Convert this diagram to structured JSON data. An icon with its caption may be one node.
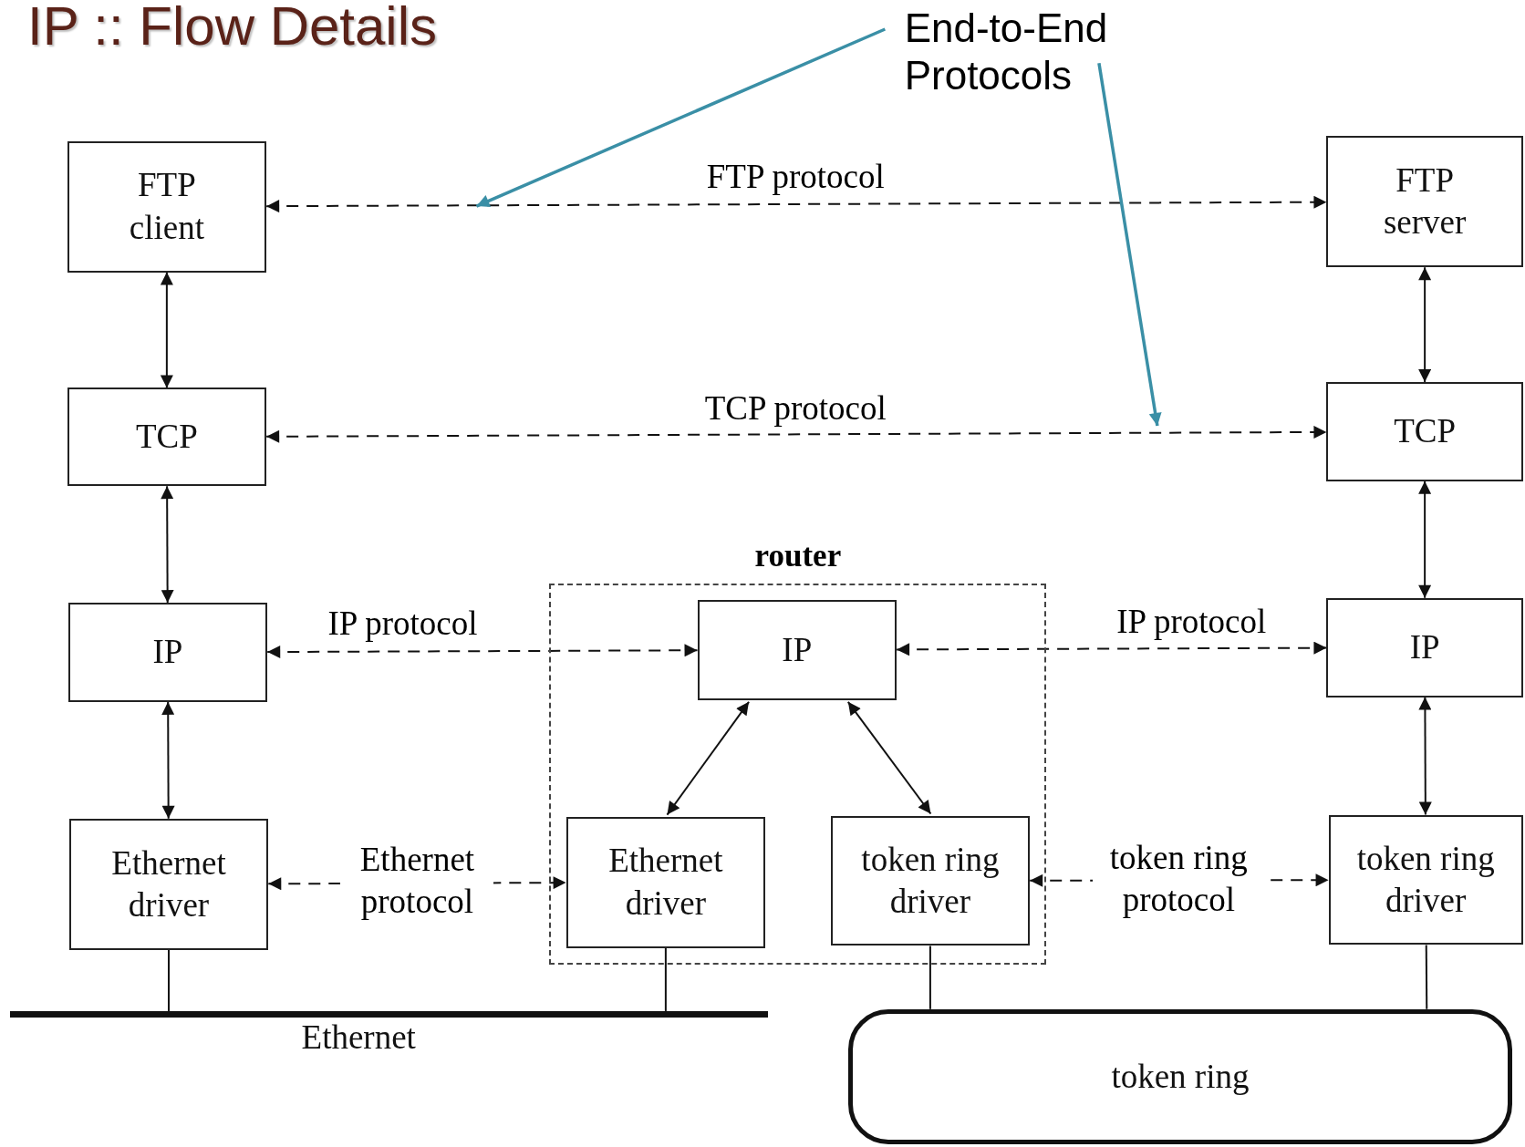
{
  "diagram": {
    "title": "IP :: Flow Details",
    "nodes": [
      {
        "text": [
          "FTP client"
        ]
      },
      {
        "text": [
          "FTP server"
        ]
      },
      {
        "text": [
          "TCP"
        ]
      },
      {
        "text": [
          "TCP"
        ]
      },
      {
        "text": [
          "router"
        ]
      },
      {
        "text": [
          "IP"
        ]
      },
      {
        "text": [
          "IP"
        ],
        "in": 4
      },
      {
        "text": [
          "IP"
        ]
      },
      {
        "text": [
          "Ethernet driver"
        ]
      },
      {
        "text": [
          "Ethernet driver"
        ],
        "in": 4
      },
      {
        "text": [
          "token ring driver"
        ],
        "in": 4
      },
      {
        "text": [
          "token ring driver"
        ]
      },
      {
        "text": [
          "Ethernet"
        ]
      },
      {
        "text": [
          "token ring"
        ]
      },
      {
        "text": [
          "End-to-End Protocols"
        ]
      }
    ],
    "edges": [
      {
        "from": 0,
        "to": 1,
        "arrow": "both",
        "style": "dashed",
        "label": "FTP protocol"
      },
      {
        "from": 2,
        "to": 3,
        "arrow": "both",
        "style": "dashed",
        "label": "TCP protocol"
      },
      {
        "from": 5,
        "to": 6,
        "arrow": "both",
        "style": "dashed",
        "label": "IP protocol"
      },
      {
        "from": 6,
        "to": 7,
        "arrow": "both",
        "style": "dashed",
        "label": "IP protocol"
      },
      {
        "from": 8,
        "to": 9,
        "arrow": "both",
        "style": "dashed",
        "label": "Ethernet protocol"
      },
      {
        "from": 10,
        "to": 11,
        "arrow": "both",
        "style": "dashed",
        "label": "token ring protocol"
      },
      {
        "from": 0,
        "to": 2,
        "arrow": "both"
      },
      {
        "from": 2,
        "to": 5,
        "arrow": "both"
      },
      {
        "from": 5,
        "to": 8,
        "arrow": "both"
      },
      {
        "from": 1,
        "to": 3,
        "arrow": "both"
      },
      {
        "from": 3,
        "to": 7,
        "arrow": "both"
      },
      {
        "from": 7,
        "to": 11,
        "arrow": "both"
      },
      {
        "from": 6,
        "to": 9,
        "arrow": "both"
      },
      {
        "from": 6,
        "to": 10,
        "arrow": "both"
      },
      {
        "from": 8,
        "to": 12,
        "arrow": "none"
      },
      {
        "from": 9,
        "to": 12,
        "arrow": "none"
      },
      {
        "from": 10,
        "to": 13,
        "arrow": "none"
      },
      {
        "from": 11,
        "to": 13,
        "arrow": "none"
      },
      {
        "from": 14,
        "to": null,
        "arrow": "to",
        "color": "#3a8fa6"
      },
      {
        "from": 14,
        "to": null,
        "arrow": "to",
        "color": "#3a8fa6"
      }
    ]
  }
}
